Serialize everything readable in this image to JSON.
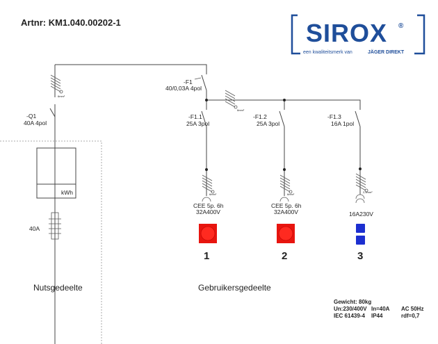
{
  "header": {
    "article_number": "Artnr: KM1.040.00202-1"
  },
  "logo": {
    "brand": "SIROX",
    "registered": "®",
    "tagline": "een kwaliteitsmerk van",
    "company": "JÄGER DIREKT",
    "brand_color": "#1f4e9a"
  },
  "mains": {
    "cable_label": "6mm²",
    "switch": {
      "id": "-Q1",
      "rating": "40A 4pol"
    },
    "meter_label": "kWh",
    "fuse_label": "40A"
  },
  "rcd": {
    "id": "-F1",
    "rating": "40/0,03A 4pol"
  },
  "bus_cable_label": "6mm²",
  "circuits": [
    {
      "id": "-F1.1",
      "rating": "25A 3pol",
      "cable": "6mm²",
      "socket_type": "CEE 5p. 6h",
      "socket_rating": "32A400V",
      "number": "1",
      "color": "#e8150f"
    },
    {
      "id": "-F1.2",
      "rating": "25A 3pol",
      "cable": "6mm²",
      "socket_type": "CEE 5p. 6h",
      "socket_rating": "32A400V",
      "number": "2",
      "color": "#e8150f"
    },
    {
      "id": "-F1.3",
      "rating": "16A 1pol",
      "cable": "2,5mm²",
      "socket_rating": "16A230V",
      "number": "3",
      "color": "#1c2fd0"
    }
  ],
  "sections": {
    "utility": "Nutsgedeelte",
    "user": "Gebruikersgedeelte"
  },
  "specs": {
    "weight": "Gewicht: 80kg",
    "voltage": "Un:230/400V",
    "current": "In=40A",
    "frequency": "AC 50Hz",
    "standard": "IEC 61439-4",
    "protection": "IP44",
    "rdf": "rdf=0,7"
  }
}
